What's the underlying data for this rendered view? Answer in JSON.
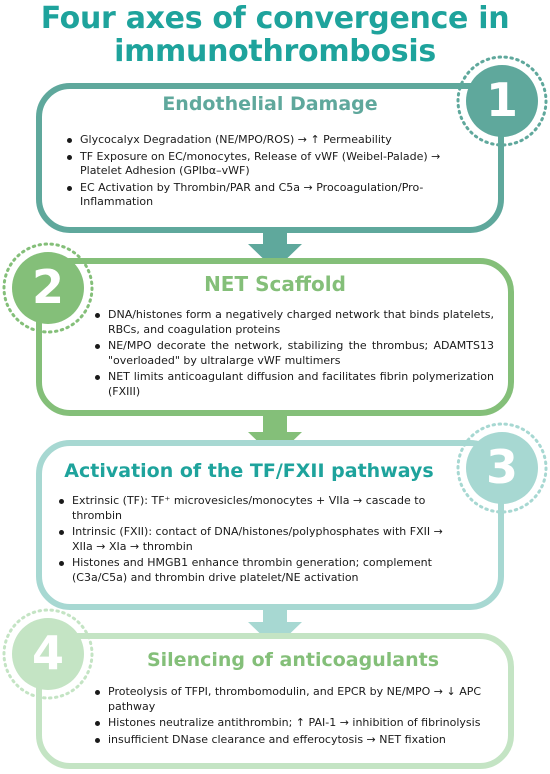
{
  "title": "Four axes of convergence in immunothrombosis",
  "colors": {
    "title": "#1ea39c",
    "panel1": "#5fa89c",
    "panel2": "#84bf79",
    "panel3": "#a7d8d2",
    "panel4": "#c4e4c4"
  },
  "panels": [
    {
      "number": "1",
      "title": "Endothelial Damage",
      "bullets": [
        "Glycocalyx Degradation (NE/MPO/ROS) → ↑ Permeability",
        "TF Exposure on EC/monocytes, Release of vWF (Weibel-Palade) → Platelet Adhesion (GPIbα–vWF)",
        "EC Activation by Thrombin/PAR and C5a → Procoagulation/Pro-Inflammation"
      ]
    },
    {
      "number": "2",
      "title": "NET Scaffold",
      "bullets": [
        "DNA/histones form a negatively charged network that binds platelets, RBCs, and coagulation proteins",
        "NE/MPO decorate the network, stabilizing the thrombus; ADAMTS13 \"overloaded\" by ultralarge vWF multimers",
        "NET limits anticoagulant diffusion and facilitates fibrin polymerization (FXIII)"
      ]
    },
    {
      "number": "3",
      "title": "Activation of the TF/FXII pathways",
      "bullets": [
        "Extrinsic (TF): TF⁺ microvesicles/monocytes + VIIa → cascade to thrombin",
        "Intrinsic (FXII): contact of DNA/histones/polyphosphates with FXII → XIIa → XIa → thrombin",
        "Histones and HMGB1 enhance thrombin generation; complement (C3a/C5a) and thrombin drive platelet/NE activation"
      ]
    },
    {
      "number": "4",
      "title": "Silencing of anticoagulants",
      "bullets": [
        "Proteolysis of TFPI, thrombomodulin, and EPCR by NE/MPO → ↓ APC pathway",
        "Histones neutralize antithrombin; ↑ PAI-1 → inhibition of fibrinolysis",
        "insufficient DNase clearance and efferocytosis → NET fixation"
      ]
    }
  ]
}
